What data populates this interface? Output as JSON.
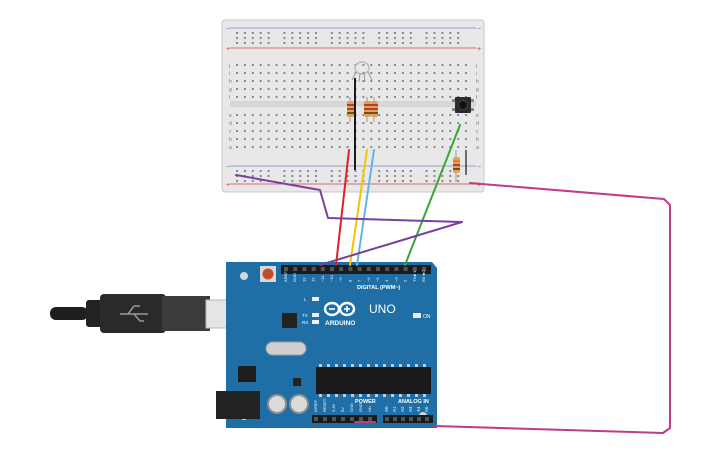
{
  "board": {
    "logo_text": "ARDUINO",
    "model": "UNO",
    "digital_label": "DIGITAL (PWM~)",
    "power_label": "POWER",
    "analog_label": "ANALOG IN",
    "on_label": "ON",
    "led_l": "L",
    "led_tx": "TX",
    "led_rx": "RX",
    "top_pins": [
      "AREF",
      "GND",
      "13",
      "12",
      "~11",
      "~10",
      "~9",
      "8",
      "7",
      "~6",
      "~5",
      "4",
      "~3",
      "2",
      "TX►1",
      "RX◄0"
    ],
    "power_pins": [
      "IOREF",
      "RESET",
      "3.3V",
      "5V",
      "GND",
      "GND",
      "Vin"
    ],
    "analog_pins": [
      "A0",
      "A1",
      "A2",
      "A3",
      "A4",
      "A5"
    ]
  },
  "breadboard": {
    "row_letters_top": [
      "j",
      "i",
      "h",
      "g",
      "f"
    ],
    "row_letters_bottom": [
      "e",
      "d",
      "c",
      "b",
      "a"
    ]
  },
  "colors": {
    "board": "#1f6fa6",
    "breadboard": "#e7e7e7",
    "wire_red": "#e0202a",
    "wire_yellow": "#f2c500",
    "wire_blue": "#5fb6e0",
    "wire_green": "#3aa43a",
    "wire_purple": "#7b3fa0",
    "wire_magenta": "#c23a8a",
    "black_wire": "#1a1a1a"
  }
}
